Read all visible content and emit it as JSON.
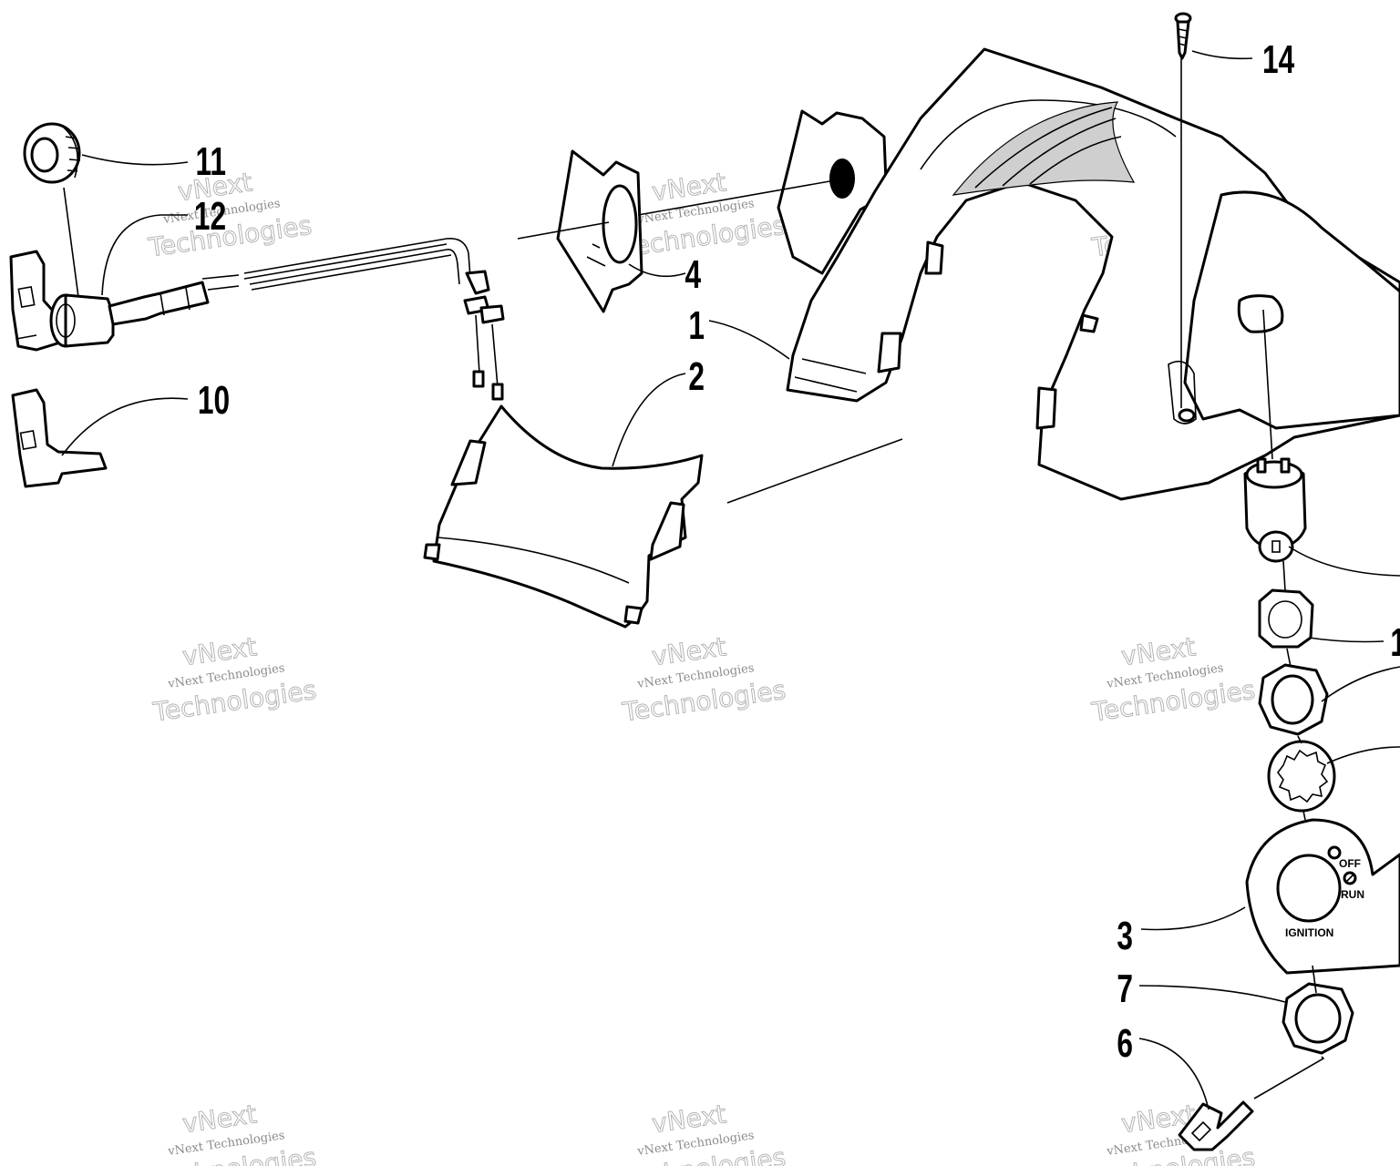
{
  "callouts": {
    "c1": "1",
    "c2": "2",
    "c3": "3",
    "c4": "4",
    "c6": "6",
    "c7": "7",
    "c10": "10",
    "c11": "11",
    "c12": "12",
    "c14": "14",
    "c_partial": "1"
  },
  "switch_plate": {
    "off_label": "OFF",
    "run_label": "RUN",
    "ignition_label": "IGNITION"
  },
  "watermark": {
    "line1": "vNext Technologies",
    "line2": "Technologies",
    "line3": "vNext"
  }
}
